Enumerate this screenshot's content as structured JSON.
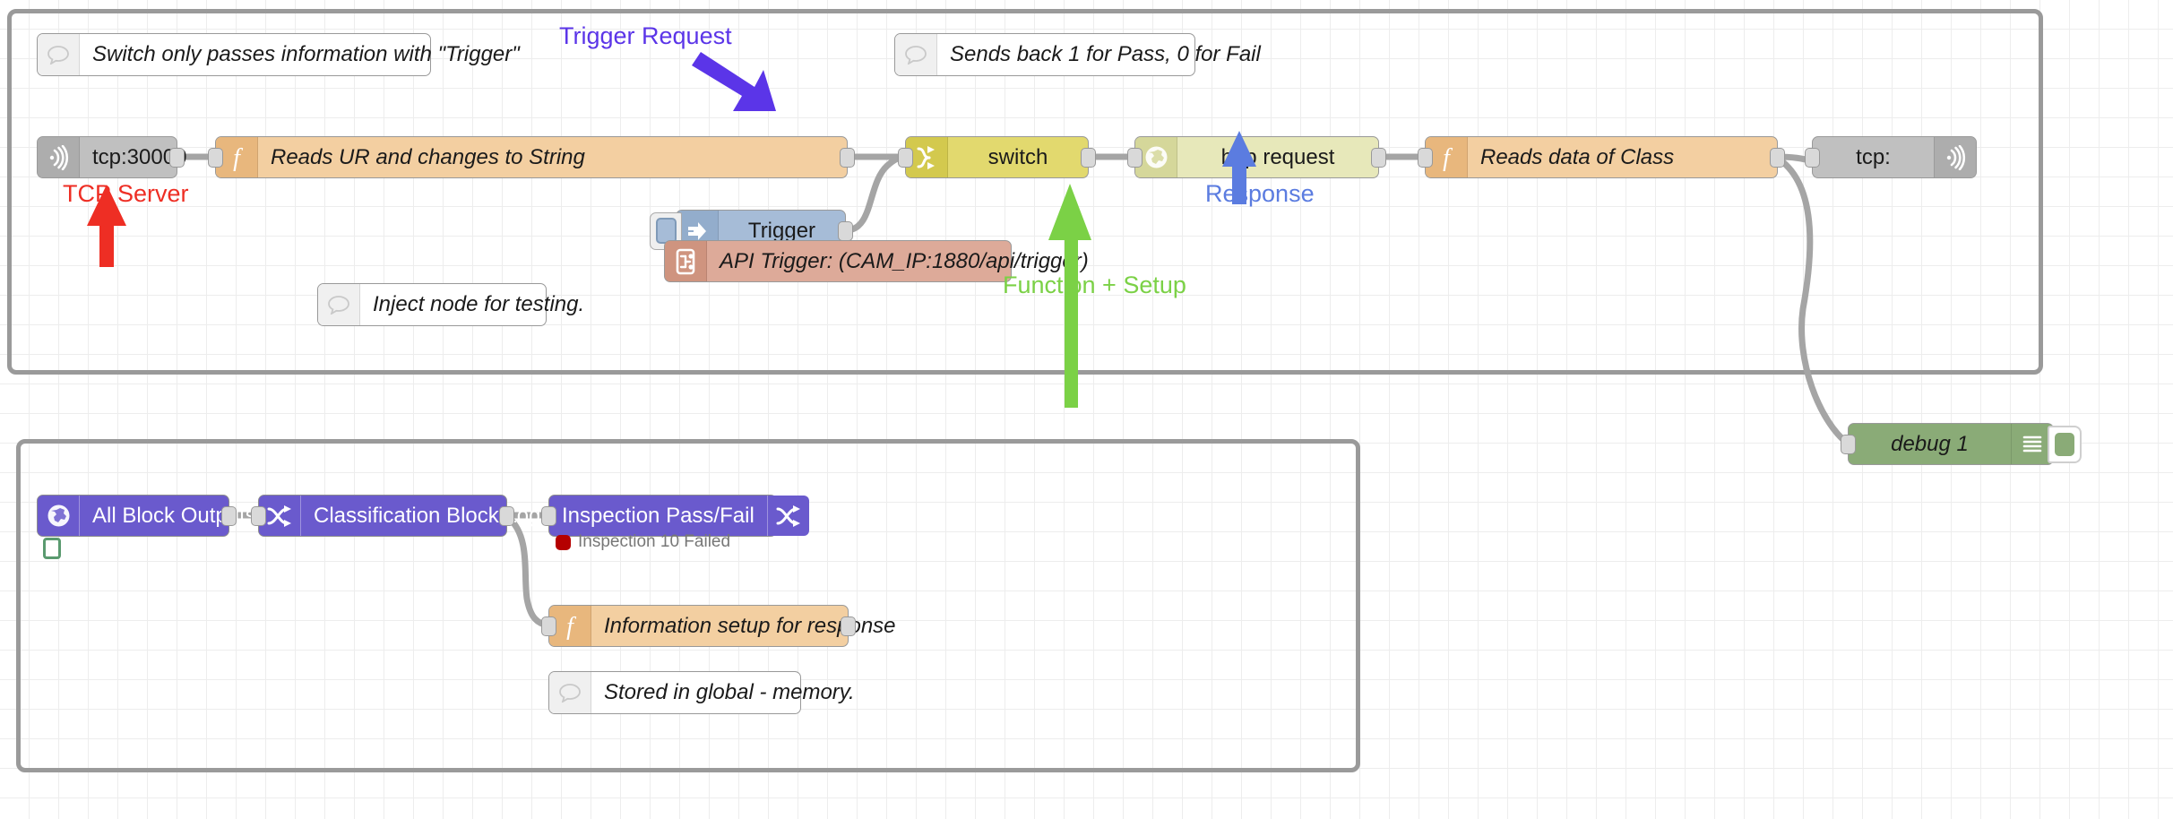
{
  "canvas": {
    "grid": true,
    "background": "#ffffff",
    "grid_color": "#ededed"
  },
  "groups": [
    {
      "name": "top-flow-group"
    },
    {
      "name": "bottom-flow-group"
    }
  ],
  "nodes": {
    "tcp_in": {
      "label": "tcp:30000",
      "icon": "tcp-broadcast-icon",
      "type": "tcp in",
      "color": "#c0c0c0"
    },
    "func_reads_ur": {
      "label": "Reads UR and changes to String",
      "icon": "function-f-icon",
      "type": "function",
      "color": "#f3cfa1"
    },
    "switch": {
      "label": "switch",
      "icon": "switch-branch-icon",
      "type": "switch",
      "color": "#e2d96e"
    },
    "http_request": {
      "label": "http request",
      "icon": "globe-icon",
      "type": "http request",
      "color": "#e7e8ba"
    },
    "func_reads_class": {
      "label": "Reads data of Class",
      "icon": "function-f-icon",
      "type": "function",
      "color": "#f3cfa1"
    },
    "tcp_out": {
      "label": "tcp:",
      "icon": "tcp-broadcast-icon",
      "type": "tcp out",
      "color": "#c0c0c0"
    },
    "inject_trigger": {
      "label": "Trigger",
      "icon": "inject-arrow-icon",
      "type": "inject",
      "color": "#a6bcd7"
    },
    "link_api": {
      "label": "API Trigger: (CAM_IP:1880/api/trigger)",
      "icon": "link-node-icon",
      "type": "link in",
      "color": "#ddaa99"
    },
    "debug_1": {
      "label": "debug 1",
      "icon": "debug-lines-icon",
      "type": "debug",
      "color": "#8aab77"
    },
    "all_block_outputs": {
      "label": "All Block Outputs",
      "icon": "globe-icon",
      "type": "subflow",
      "color": "#6a5acd"
    },
    "classification_block_logic": {
      "label": "Classification Block Logic",
      "icon": "shuffle-icon",
      "type": "subflow",
      "color": "#6a5acd"
    },
    "inspection_pass_fail": {
      "label": "Inspection Pass/Fail",
      "icon": "shuffle-icon",
      "type": "subflow",
      "color": "#6a5acd"
    },
    "func_info_setup": {
      "label": "Information setup for response",
      "icon": "function-f-icon",
      "type": "function",
      "color": "#f3cfa1"
    }
  },
  "comments": {
    "switch_note": {
      "label": "Switch only passes information with \"Trigger\"",
      "icon": "comment-bubble-icon"
    },
    "sends_back": {
      "label": "Sends back 1 for Pass, 0 for Fail",
      "icon": "comment-bubble-icon"
    },
    "inject_note": {
      "label": "Inject node for testing.",
      "icon": "comment-bubble-icon"
    },
    "stored_note": {
      "label": "Stored in global - memory.",
      "icon": "comment-bubble-icon"
    }
  },
  "statuses": {
    "inspection_failed": {
      "label": "Inspection 10 Failed",
      "dot_color": "#b50000"
    },
    "all_block_outputs_status": {
      "label": "",
      "dot_color": "#5a9a6f"
    }
  },
  "annotations": [
    {
      "name": "tcp-server-annotation",
      "label": "TCP Server",
      "color": "#ee2e24",
      "arrow": "up"
    },
    {
      "name": "trigger-request-annotation",
      "label": "Trigger Request",
      "color": "#5b35e8",
      "arrow": "down-right"
    },
    {
      "name": "response-annotation",
      "label": "Response",
      "color": "#5b7ce0",
      "arrow": "up"
    },
    {
      "name": "function-setup-annotation",
      "label": "Function + Setup",
      "color": "#7bd146",
      "arrow": "up"
    }
  ]
}
